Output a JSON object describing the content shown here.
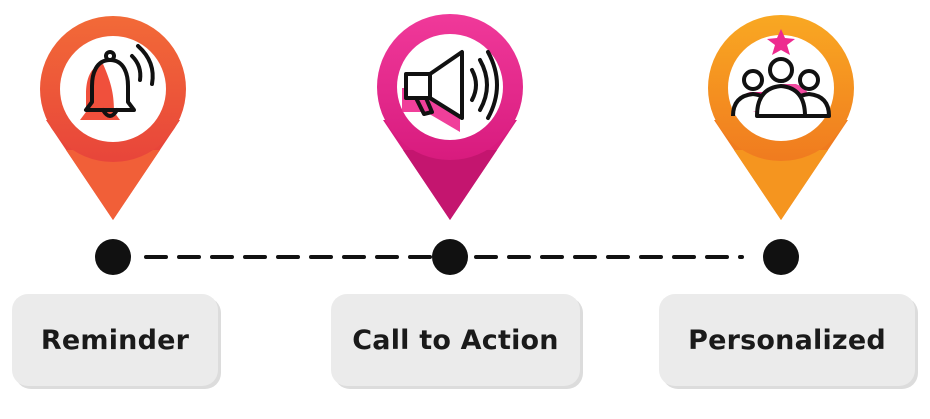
{
  "steps": [
    {
      "label": "Reminder",
      "icon": "bell-icon",
      "pin_color": "#f15a3a",
      "pin_tip_color": "#e8453a",
      "accent_color": "#f0503c"
    },
    {
      "label": "Call to Action",
      "icon": "megaphone-icon",
      "pin_color": "#ee2a8f",
      "pin_tip_color": "#d81b7e",
      "accent_color": "#ee2a8f"
    },
    {
      "label": "Personalized",
      "icon": "group-icon",
      "pin_color": "#f8a11f",
      "pin_tip_color": "#f07b1f",
      "accent_color": "#ee2a8f"
    }
  ],
  "colors": {
    "timeline": "#111111",
    "icon_stroke": "#111111",
    "label_background": "#ebebeb"
  }
}
